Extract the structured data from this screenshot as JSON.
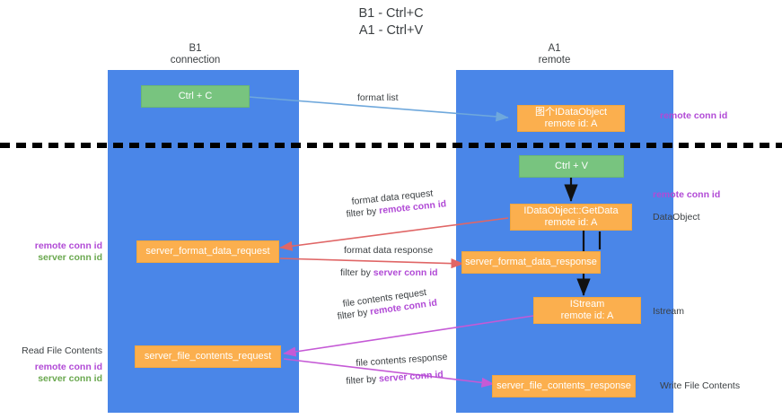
{
  "title": "B1 - Ctrl+C\nA1 - Ctrl+V",
  "columns": [
    {
      "name": "B1",
      "sub": "connection"
    },
    {
      "name": "A1",
      "sub": "remote"
    }
  ],
  "nodes": {
    "ctrl_c": {
      "line1": "Ctrl + C"
    },
    "data_object": {
      "line1": "图个IDataObject",
      "line2": "remote id: A"
    },
    "ctrl_v": {
      "line1": "Ctrl + V"
    },
    "get_data": {
      "line1": "IDataObject::GetData",
      "line2": "remote id: A"
    },
    "format_request": {
      "line1": "server_format_data_request"
    },
    "format_response": {
      "line1": "server_format_data_response"
    },
    "istream": {
      "line1": "IStream",
      "line2": "remote id: A"
    },
    "file_request": {
      "line1": "server_file_contents_request"
    },
    "file_response": {
      "line1": "server_file_contents_response"
    }
  },
  "edges": {
    "format_list": {
      "label": "format list"
    },
    "format_data_request": {
      "label": "format data request",
      "filter_prefix": "filter by ",
      "filter_key": "remote conn id"
    },
    "format_data_response": {
      "label": "format data response",
      "filter_prefix": "filter by ",
      "filter_key": "server conn id"
    },
    "file_contents_request": {
      "label": "file contents request",
      "filter_prefix": "filter by ",
      "filter_key": "remote conn id"
    },
    "file_contents_response": {
      "label": "file contents response",
      "filter_prefix": "filter by ",
      "filter_key": "server conn id"
    }
  },
  "annotations": {
    "right_remote_top": "remote conn id",
    "right_remote_mid": "remote conn id",
    "right_dataobject": "DataObject",
    "right_istream": "Istream",
    "right_write_file": "Write File Contents",
    "left_conn_ids": {
      "remote": "remote conn id",
      "server": "server conn id"
    },
    "left_read_file": "Read File Contents",
    "left_conn_ids2": {
      "remote": "remote conn id",
      "server": "server conn id"
    }
  },
  "colors": {
    "lane": "#4a86e8",
    "green_node": "#78c47f",
    "orange_node": "#fbaf4e",
    "blue_arrow": "#6fa8dc",
    "red_arrow": "#e06666",
    "magenta_arrow": "#c55ad6",
    "black_arrow": "#000000",
    "purple_text": "#b14ad6",
    "green_text": "#6aa84f",
    "divider": "#000000"
  }
}
